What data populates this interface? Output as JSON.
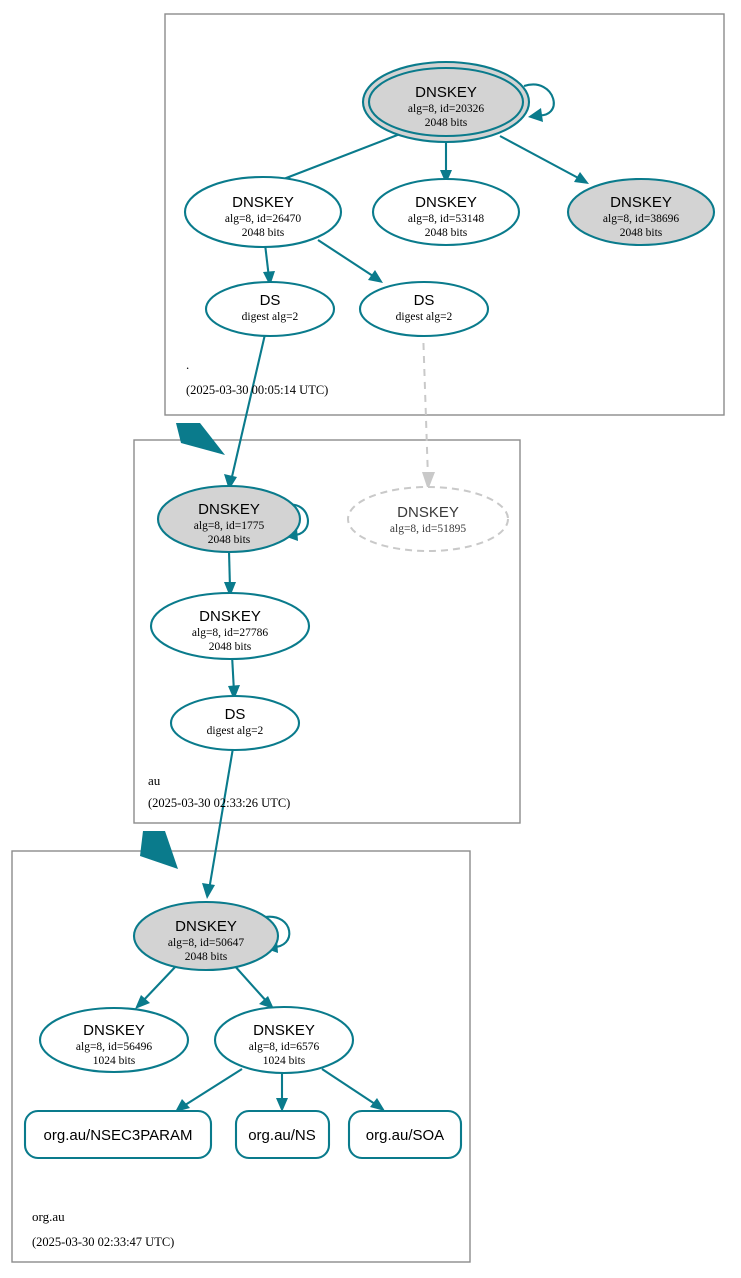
{
  "diagram": {
    "type": "dnssec-authentication-chain",
    "colors": {
      "accent": "#0a7b8c",
      "shaded_node": "#d3d3d3",
      "zone_border": "#8c8c8c",
      "ghost": "#c9c9c9"
    }
  },
  "zones": [
    {
      "id": "root",
      "label": ".",
      "timestamp": "(2025-03-30 00:05:14 UTC)",
      "nodes": [
        {
          "id": "k20326",
          "kind": "DNSKEY",
          "title": "DNSKEY",
          "line2": "alg=8, id=20326",
          "line3": "2048 bits",
          "style": "trust-anchor"
        },
        {
          "id": "k26470",
          "kind": "DNSKEY",
          "title": "DNSKEY",
          "line2": "alg=8, id=26470",
          "line3": "2048 bits",
          "style": "plain"
        },
        {
          "id": "k53148",
          "kind": "DNSKEY",
          "title": "DNSKEY",
          "line2": "alg=8, id=53148",
          "line3": "2048 bits",
          "style": "plain"
        },
        {
          "id": "k38696",
          "kind": "DNSKEY",
          "title": "DNSKEY",
          "line2": "alg=8, id=38696",
          "line3": "2048 bits",
          "style": "shaded"
        },
        {
          "id": "ds-a",
          "kind": "DS",
          "title": "DS",
          "line2": "digest alg=2",
          "line3": "",
          "style": "plain"
        },
        {
          "id": "ds-b",
          "kind": "DS",
          "title": "DS",
          "line2": "digest alg=2",
          "line3": "",
          "style": "plain"
        }
      ]
    },
    {
      "id": "au",
      "label": "au",
      "timestamp": "(2025-03-30 02:33:26 UTC)",
      "nodes": [
        {
          "id": "k1775",
          "kind": "DNSKEY",
          "title": "DNSKEY",
          "line2": "alg=8, id=1775",
          "line3": "2048 bits",
          "style": "shaded"
        },
        {
          "id": "k51895",
          "kind": "DNSKEY",
          "title": "DNSKEY",
          "line2": "alg=8, id=51895",
          "line3": "",
          "style": "ghost"
        },
        {
          "id": "k27786",
          "kind": "DNSKEY",
          "title": "DNSKEY",
          "line2": "alg=8, id=27786",
          "line3": "2048 bits",
          "style": "plain"
        },
        {
          "id": "ds-au",
          "kind": "DS",
          "title": "DS",
          "line2": "digest alg=2",
          "line3": "",
          "style": "plain"
        }
      ]
    },
    {
      "id": "orgau",
      "label": "org.au",
      "timestamp": "(2025-03-30 02:33:47 UTC)",
      "nodes": [
        {
          "id": "k50647",
          "kind": "DNSKEY",
          "title": "DNSKEY",
          "line2": "alg=8, id=50647",
          "line3": "2048 bits",
          "style": "shaded"
        },
        {
          "id": "k56496",
          "kind": "DNSKEY",
          "title": "DNSKEY",
          "line2": "alg=8, id=56496",
          "line3": "1024 bits",
          "style": "plain"
        },
        {
          "id": "k6576",
          "kind": "DNSKEY",
          "title": "DNSKEY",
          "line2": "alg=8, id=6576",
          "line3": "1024 bits",
          "style": "plain"
        },
        {
          "id": "rr-nsec3param",
          "kind": "RRSET",
          "title": "org.au/NSEC3PARAM",
          "line2": "",
          "line3": "",
          "style": "rrset"
        },
        {
          "id": "rr-ns",
          "kind": "RRSET",
          "title": "org.au/NS",
          "line2": "",
          "line3": "",
          "style": "rrset"
        },
        {
          "id": "rr-soa",
          "kind": "RRSET",
          "title": "org.au/SOA",
          "line2": "",
          "line3": "",
          "style": "rrset"
        }
      ]
    }
  ]
}
